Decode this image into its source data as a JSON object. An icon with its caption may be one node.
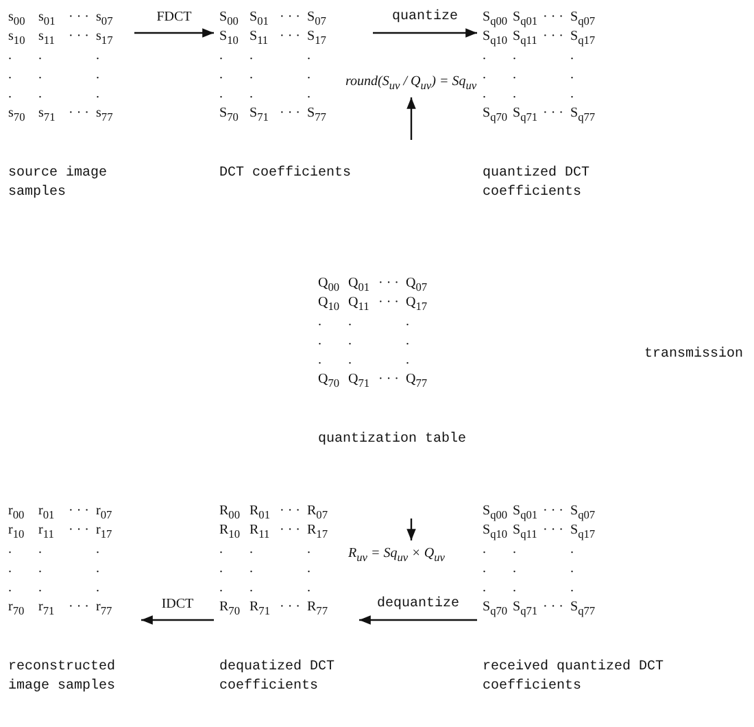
{
  "diagram": {
    "nodes": [
      {
        "text": [
          "s$_{00}$",
          "s$_{01}$",
          "· · ·",
          "s$_{07}$",
          "s$_{10}$",
          "s$_{11}$",
          "· · ·",
          "s$_{17}$",
          ".",
          ".",
          ".",
          ".",
          ".",
          ".",
          ".",
          ".",
          ".",
          "s$_{70}$",
          "s$_{71}$",
          "· · ·",
          "s$_{77}$"
        ],
        "beside": [
          "source image samples"
        ]
      },
      {
        "text": [
          "S$_{00}$",
          "S$_{01}$",
          "· · ·",
          "S$_{07}$",
          "S$_{10}$",
          "S$_{11}$",
          "· · ·",
          "S$_{17}$",
          ".",
          ".",
          ".",
          ".",
          ".",
          ".",
          ".",
          ".",
          ".",
          "S$_{70}$",
          "S$_{71}$",
          "· · ·",
          "S$_{77}$"
        ],
        "beside": [
          "DCT coefficients"
        ]
      },
      {
        "text": [
          "S$_{q00}$",
          "S$_{q01}$",
          "· · ·",
          "S$_{q07}$",
          "S$_{q10}$",
          "S$_{q11}$",
          "· · ·",
          "S$_{q17}$",
          ".",
          ".",
          ".",
          ".",
          ".",
          ".",
          ".",
          ".",
          ".",
          "S$_{q70}$",
          "S$_{q71}$",
          "· · ·",
          "S$_{q77}$"
        ],
        "beside": [
          "quantized DCT coefficients"
        ]
      },
      {
        "text": [
          "round(S$_{uv}$ / Q$_{uv}$) = Sq$_{uv}$"
        ]
      },
      {
        "text": [
          "Q$_{00}$",
          "Q$_{01}$",
          "· · ·",
          "Q$_{07}$",
          "Q$_{10}$",
          "Q$_{11}$",
          "· · ·",
          "Q$_{17}$",
          ".",
          ".",
          ".",
          ".",
          ".",
          ".",
          ".",
          ".",
          ".",
          "Q$_{70}$",
          "Q$_{71}$",
          "· · ·",
          "Q$_{77}$"
        ],
        "beside": [
          "quantization table"
        ]
      },
      {
        "text": [
          "r$_{00}$",
          "r$_{01}$",
          "· · ·",
          "r$_{07}$",
          "r$_{10}$",
          "r$_{11}$",
          "· · ·",
          "r$_{17}$",
          ".",
          ".",
          ".",
          ".",
          ".",
          ".",
          ".",
          ".",
          ".",
          "r$_{70}$",
          "r$_{71}$",
          "· · ·",
          "r$_{77}$"
        ],
        "beside": [
          "reconstructed image samples"
        ]
      },
      {
        "text": [
          "R$_{00}$",
          "R$_{01}$",
          "· · ·",
          "R$_{07}$",
          "R$_{10}$",
          "R$_{11}$",
          "· · ·",
          "R$_{17}$",
          ".",
          ".",
          ".",
          ".",
          ".",
          ".",
          ".",
          ".",
          ".",
          "R$_{70}$",
          "R$_{71}$",
          "· · ·",
          "R$_{77}$"
        ],
        "beside": [
          "dequatized DCT coefficients"
        ]
      },
      {
        "text": [
          "R$_{uv}$ = Sq$_{uv}$ × Q$_{uv}$"
        ]
      },
      {
        "text": [
          "S$_{q00}$",
          "S$_{q01}$",
          "· · ·",
          "S$_{q07}$",
          "S$_{q10}$",
          "S$_{q11}$",
          "· · ·",
          "S$_{q17}$",
          ".",
          ".",
          ".",
          ".",
          ".",
          ".",
          ".",
          ".",
          ".",
          "S$_{q70}$",
          "S$_{q71}$",
          "· · ·",
          "S$_{q77}$"
        ],
        "beside": [
          "received quantized DCT coefficients"
        ]
      }
    ],
    "edges": [
      {
        "from": 0,
        "to": 1,
        "arrow": "to",
        "label": "FDCT"
      },
      {
        "from": 1,
        "to": 2,
        "arrow": "to",
        "label": "quantize"
      },
      {
        "from": null,
        "to": 3,
        "arrow": "to"
      },
      {
        "from": null,
        "to": 7,
        "arrow": "to"
      },
      {
        "from": 8,
        "to": 6,
        "arrow": "to",
        "label": "dequantize"
      },
      {
        "from": 6,
        "to": 5,
        "arrow": "to",
        "label": "IDCT"
      }
    ],
    "labels": [
      "transmission"
    ]
  }
}
